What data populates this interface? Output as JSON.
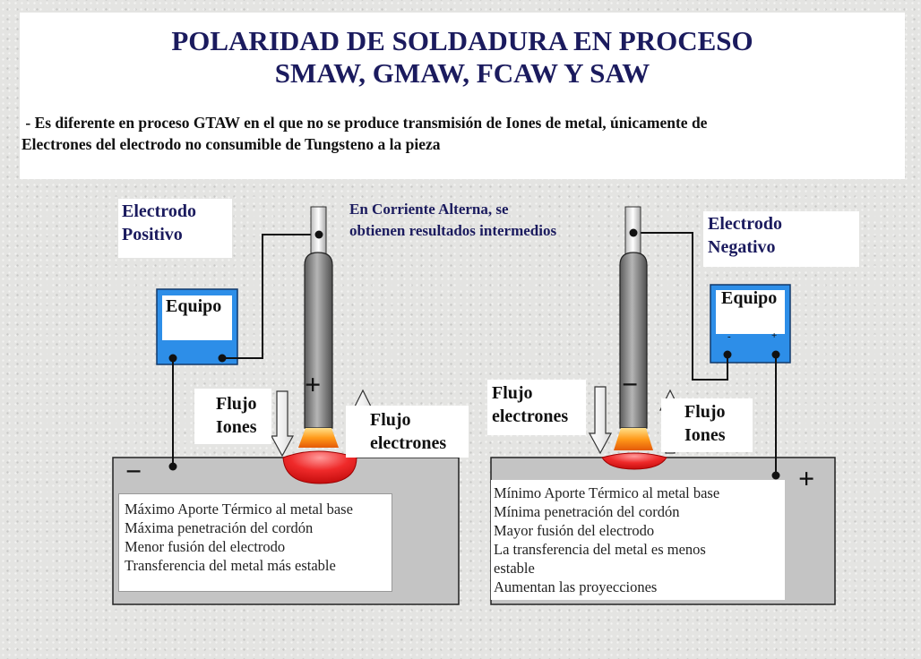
{
  "title": {
    "line1": "POLARIDAD DE SOLDADURA EN PROCESO",
    "line2": "SMAW, GMAW, FCAW Y SAW"
  },
  "description": {
    "line1": " - Es diferente en proceso GTAW en el que no se produce transmisión de Iones de metal, únicamente de",
    "line2": "Electrones del electrodo no consumible de Tungsteno a la pieza"
  },
  "note_ac": {
    "line1": "En Corriente Alterna, se",
    "line2": "obtienen resultados intermedios"
  },
  "left": {
    "electrode_label": {
      "line1": "Electrodo",
      "line2": "Positivo"
    },
    "equipment_label": "Equipo",
    "electrode_sign": "+",
    "workpiece_sign": "−",
    "flow_down": {
      "line1": "Flujo",
      "line2": "Iones"
    },
    "flow_up": {
      "line1": "Flujo",
      "line2": "electrones"
    },
    "effects": [
      "Máximo Aporte Térmico al metal base",
      "Máxima penetración del cordón",
      "Menor fusión del electrodo",
      "Transferencia del metal más estable"
    ]
  },
  "right": {
    "electrode_label": {
      "line1": "Electrodo",
      "line2": "Negativo"
    },
    "equipment_label": "Equipo",
    "equipment_minus": "-",
    "equipment_plus": "+",
    "electrode_sign": "−",
    "workpiece_sign": "+",
    "flow_down": {
      "line1": "Flujo",
      "line2": "electrones"
    },
    "flow_up": {
      "line1": "Flujo",
      "line2": "Iones"
    },
    "effects": [
      "Mínimo Aporte Térmico al metal base",
      "Mínima penetración del cordón",
      "Mayor fusión del electrodo",
      "La transferencia del metal es menos",
      "estable",
      "Aumentan las proyecciones"
    ]
  },
  "colors": {
    "title": "#1b1b5e",
    "equipment": "#2d8ee8",
    "workpiece": "#c4c4c4",
    "weld_pool": "#e81e1e",
    "flame": "#ff9a1a"
  }
}
